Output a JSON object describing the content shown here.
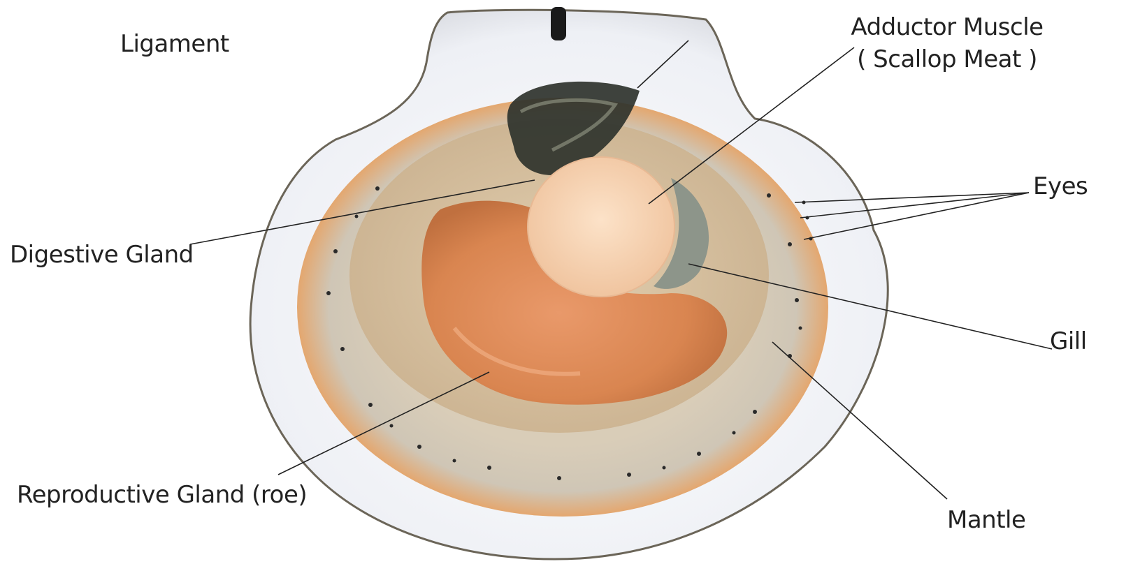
{
  "labels": {
    "ligament": "Ligament",
    "adductor_line1": "Adductor Muscle",
    "adductor_line2": "( Scallop Meat )",
    "eyes": "Eyes",
    "digestive_gland": "Digestive Gland",
    "gill": "Gill",
    "reproductive_gland": "Reproductive Gland (roe)",
    "mantle": "Mantle"
  },
  "colors": {
    "shell": "#f2f3f6",
    "shell_edge": "#5a5548",
    "mantle_orange": "#e2a066",
    "mantle_gray": "#c9c2b4",
    "inner_body": "#d8c4a4",
    "roe": "#d98a55",
    "adductor": "#f6d2b0",
    "gill": "#8f968c",
    "digestive": "#3b3f38",
    "leader_line": "#222222"
  }
}
